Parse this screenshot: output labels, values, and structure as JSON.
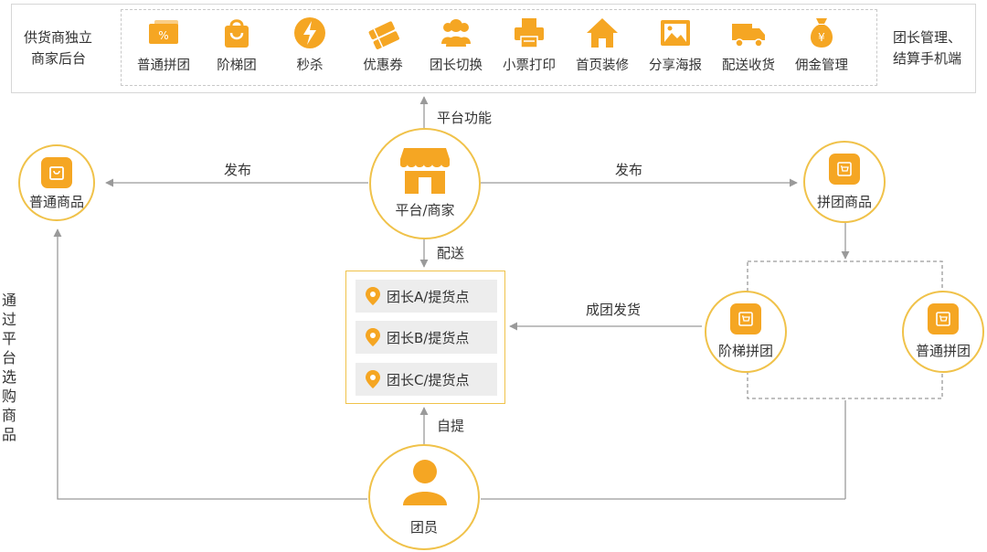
{
  "top_panel": {
    "left_text": [
      "供货商独立",
      "商家后台"
    ],
    "right_text": [
      "团长管理、",
      "结算手机端"
    ],
    "features": [
      {
        "label": "普通拼团",
        "icon": "ticket-icon"
      },
      {
        "label": "阶梯团",
        "icon": "shopping-bag-icon"
      },
      {
        "label": "秒杀",
        "icon": "lightning-icon"
      },
      {
        "label": "优惠券",
        "icon": "coupons-icon"
      },
      {
        "label": "团长切换",
        "icon": "user-group-icon"
      },
      {
        "label": "小票打印",
        "icon": "printer-icon"
      },
      {
        "label": "首页装修",
        "icon": "home-icon"
      },
      {
        "label": "分享海报",
        "icon": "picture-icon"
      },
      {
        "label": "配送收货",
        "icon": "truck-icon"
      },
      {
        "label": "佣金管理",
        "icon": "money-bag-icon"
      }
    ]
  },
  "nodes": {
    "platform": "平台/商家",
    "normal_goods": "普通商品",
    "group_goods": "拼团商品",
    "ladder_group": "阶梯拼团",
    "normal_group": "普通拼团",
    "member": "团员"
  },
  "pickup_points": [
    "团长A/提货点",
    "团长B/提货点",
    "团长C/提货点"
  ],
  "edges": {
    "platform_features": "平台功能",
    "publish_left": "发布",
    "publish_right": "发布",
    "delivery": "配送",
    "group_shipping": "成团发货",
    "self_pickup": "自提",
    "buy_via_platform": "通过平台选购商品"
  },
  "colors": {
    "accent": "#f5a623",
    "circle_border": "#f0c24a",
    "line": "#9a9a9a"
  }
}
